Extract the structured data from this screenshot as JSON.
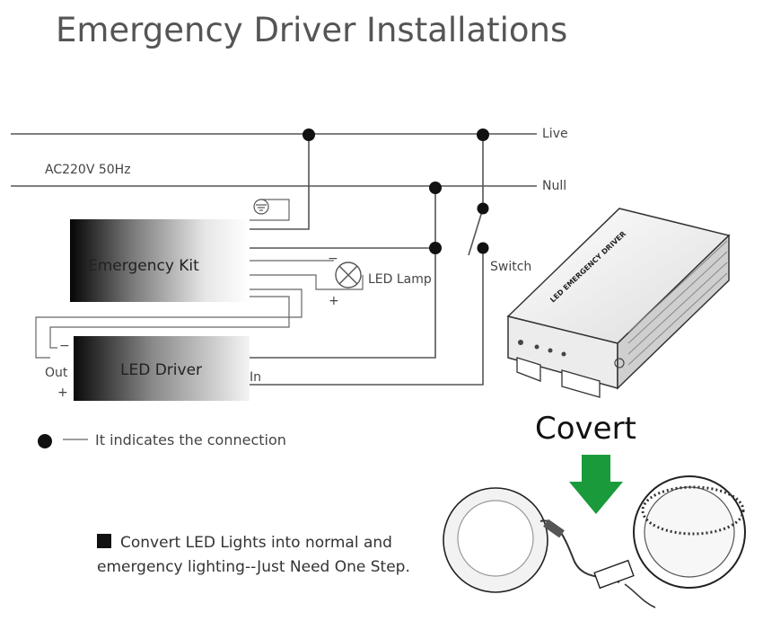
{
  "title": "Emergency Driver Installations",
  "circuit": {
    "supply_label": "AC220V 50Hz",
    "live_label": "Live",
    "null_label": "Null",
    "switch_label": "Switch",
    "lamp_label": "LED Lamp",
    "lamp_minus": "−",
    "lamp_plus": "+",
    "emergency_kit_label": "Emergency Kit",
    "led_driver_label": "LED Driver",
    "driver_out_label": "Out",
    "driver_in_label": "In",
    "driver_minus": "−",
    "driver_plus": "+"
  },
  "legend": {
    "text": "It indicates the connection"
  },
  "product": {
    "device_label": "LED EMERGENCY DRIVER",
    "covert_label": "Covert",
    "arrow_color": "#1a9a3a"
  },
  "note": {
    "line1": "Convert LED  Lights into normal and",
    "line2": "emergency lighting--Just Need One Step."
  }
}
